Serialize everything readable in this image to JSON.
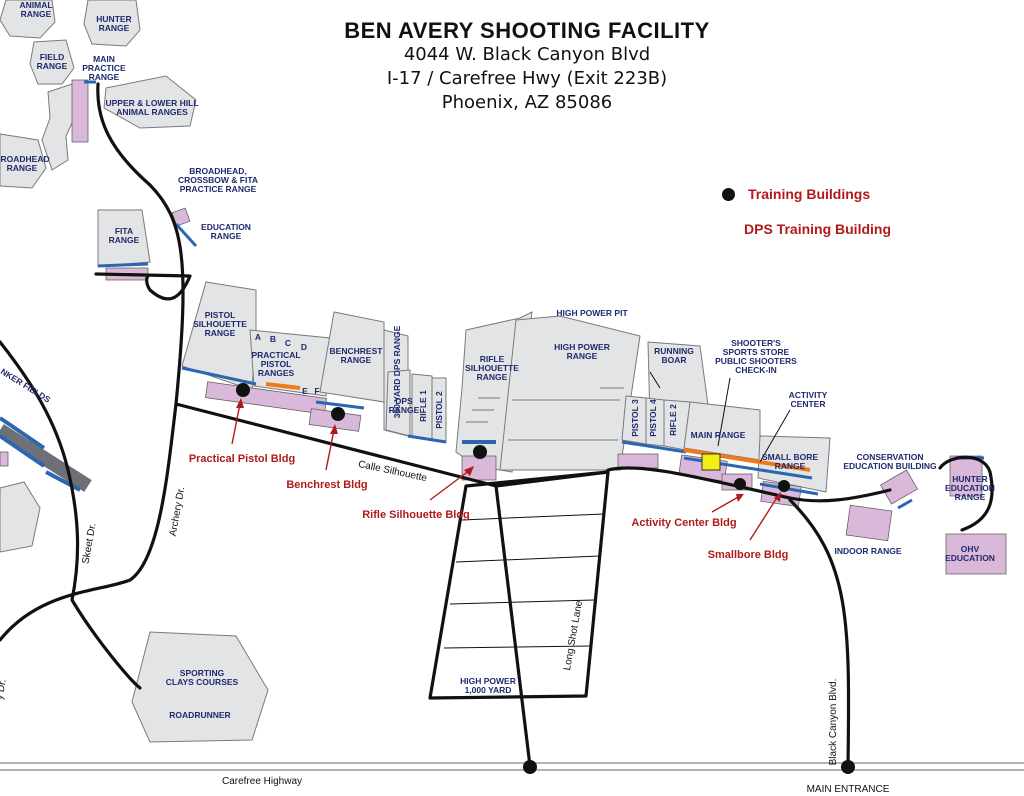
{
  "header": {
    "title": "BEN AVERY SHOOTING FACILITY",
    "address": "4044 W. Black Canyon Blvd",
    "highway": "I-17 / Carefree Hwy (Exit 223B)",
    "city": "Phoenix, AZ 85086"
  },
  "legend": {
    "training_buildings": "Training Buildings",
    "dps_training_building": "DPS Training Building"
  },
  "ranges": {
    "animal": "ANIMAL|RANGE",
    "hunter": "HUNTER|RANGE",
    "field": "FIELD|RANGE",
    "main_practice": "MAIN|PRACTICE|RANGE",
    "upper_lower_hill": "UPPER & LOWER HILL|ANIMAL RANGES",
    "broadhead": "BROADHEAD|RANGE",
    "broadhead_crossbow": "BROADHEAD,|CROSSBOW & FITA|PRACTICE RANGE",
    "education": "EDUCATION|RANGE",
    "fita": "FITA|RANGE",
    "pistol_silhouette": "PISTOL|SILHOUETTE|RANGE",
    "practical_pistol": "PRACTICAL|PISTOL|RANGES",
    "bay_a": "A",
    "bay_b": "B",
    "bay_c": "C",
    "bay_d": "D",
    "bay_e": "E",
    "bay_f": "F",
    "benchrest": "BENCHREST|RANGE",
    "yard300_dps": "300 YARD DPS RANGE",
    "dps": "DPS|RANGE",
    "rifle1": "RIFLE 1",
    "pistol2": "PISTOL 2",
    "rifle_silhouette": "RIFLE|SILHOUETTE|RANGE",
    "high_power_pit": "HIGH POWER PIT",
    "high_power": "HIGH POWER|RANGE",
    "running_boar": "RUNNING|BOAR",
    "shooters_store": "SHOOTER'S|SPORTS STORE|PUBLIC SHOOTERS|CHECK-IN",
    "activity_center": "ACTIVITY|CENTER",
    "pistol3": "PISTOL 3",
    "pistol4": "PISTOL 4",
    "rifle2": "RIFLE 2",
    "main_range": "MAIN RANGE",
    "small_bore": "SMALL BORE|RANGE",
    "conservation": "CONSERVATION|EDUCATION BUILDING",
    "hunter_education": "HUNTER|EDUCATION|RANGE",
    "ohv_education": "OHV|EDUCATION",
    "indoor": "INDOOR RANGE",
    "sporting_clays": "SPORTING|CLAYS COURSES",
    "roadrunner": "ROADRUNNER",
    "high_power_1000": "HIGH POWER|1,000 YARD",
    "hunker_fields": "NKER FIELDS"
  },
  "buildings": {
    "practical_pistol_bldg": "Practical Pistol Bldg",
    "benchrest_bldg": "Benchrest Bldg",
    "rifle_silhouette_bldg": "Rifle Silhouette Bldg",
    "activity_center_bldg": "Activity Center Bldg",
    "smallbore_bldg": "Smallbore Bldg"
  },
  "roads": {
    "calle_silhouette": "Calle Silhouette",
    "archery_dr": "Archery Dr.",
    "skeet_dr": "Skeet Dr.",
    "long_shot_lane": "Long Shot Lane",
    "black_canyon_blvd": "Black Canyon Blvd.",
    "carefree_highway": "Carefree Highway",
    "main_entrance": "MAIN ENTRANCE",
    "partial_dr": "y Dr."
  },
  "colors": {
    "range_gray": "#e3e4e6",
    "building_pink": "#d9b8d9",
    "firing_line_blue": "#2b66b0",
    "firing_line_orange": "#f07a1a",
    "store_yellow": "#f4ef12",
    "label_navy": "#1f2a6e",
    "label_red": "#b11a1a"
  }
}
